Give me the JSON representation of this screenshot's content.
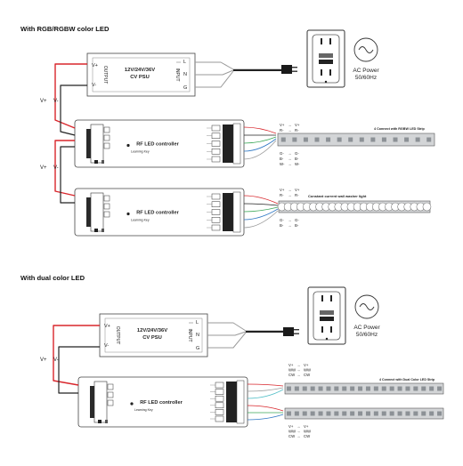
{
  "sections": [
    {
      "title": "With RGB/RGBW color LED"
    },
    {
      "title": "With dual color LED"
    }
  ],
  "psu": {
    "model": "12V/24V/36V",
    "type": "CV PSU",
    "output_label": "OUTPUT",
    "input_label": "INPUT",
    "output_pins": [
      "V+",
      "V-"
    ],
    "input_pins": [
      "L",
      "N",
      "G"
    ]
  },
  "controller": {
    "title": "RF LED controller",
    "learning_key": "Learning Key"
  },
  "wiring": {
    "pos": "V+",
    "neg": "V-"
  },
  "outlet": {
    "caption_line1": "AC Power",
    "caption_line2": "50/60Hz"
  },
  "strips": {
    "rgbw": {
      "title": "4 Connect with RGBW LED Strip",
      "top_labels": [
        [
          "V+",
          "V+"
        ],
        [
          "R-",
          "R-"
        ]
      ],
      "bottom_labels": [
        [
          "G-",
          "G-"
        ],
        [
          "B-",
          "B-"
        ],
        [
          "W-",
          "W-"
        ]
      ]
    },
    "wall_washer": {
      "title": "Constant current wall washer light",
      "top_labels": [
        [
          "V+",
          "V+"
        ],
        [
          "R-",
          "R-"
        ]
      ],
      "bottom_labels": [
        [
          "G-",
          "G-"
        ],
        [
          "B-",
          "B-"
        ]
      ]
    },
    "dual": {
      "title": "4 Connect with Dual Color LED Strip",
      "top_labels": [
        [
          "V+",
          "V+"
        ],
        [
          "WW",
          "WW"
        ],
        [
          "CW",
          "CW"
        ]
      ],
      "bottom_labels": [
        [
          "V+",
          "V+"
        ],
        [
          "WW",
          "WW"
        ],
        [
          "CW",
          "CW"
        ]
      ]
    }
  },
  "colors": {
    "red_wire": "#d8262c",
    "black_wire": "#222222",
    "gray_wire": "#9a9a9a",
    "green_wire": "#3aa757",
    "blue_wire": "#2f78c4",
    "cyan_wire": "#56c0c8",
    "strip_fill": "#d3d5d7",
    "led_fill": "#8c9196"
  }
}
